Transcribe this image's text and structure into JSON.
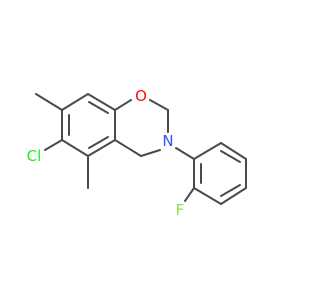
{
  "atoms": {
    "oxygen": {
      "symbol": "O",
      "color": "#ff0d0d"
    },
    "nitrogen": {
      "symbol": "N",
      "color": "#3050f8"
    },
    "chlorine": {
      "symbol": "Cl",
      "color": "#1ff01f"
    },
    "fluorine": {
      "symbol": "F",
      "color": "#90e050"
    }
  },
  "bond_color": "#4a4a4a",
  "background": "#ffffff"
}
